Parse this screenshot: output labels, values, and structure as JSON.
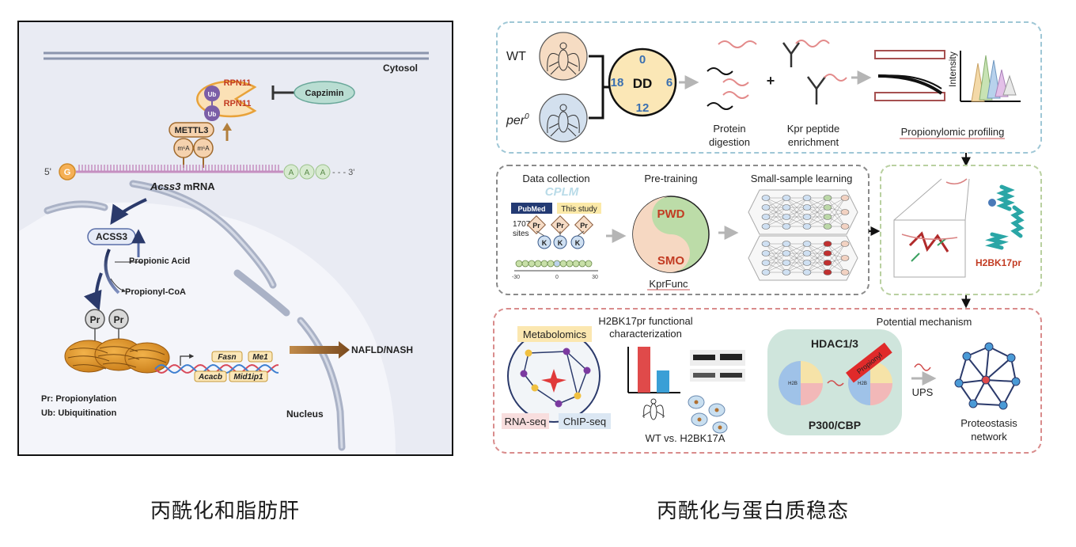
{
  "left_panel": {
    "cytosol": "Cytosol",
    "nucleus": "Nucleus",
    "rpn11": "RPN11",
    "ub": "Ub",
    "capzimin": "Capzimin",
    "mettl3": "METTL3",
    "m6a": "m⁶A",
    "five_prime": "5'",
    "cap": "G",
    "poly_a": [
      "A",
      "A",
      "A"
    ],
    "three_prime": "- - - 3'",
    "mrna_label_italic": "Acss3",
    "mrna_label": " mRNA",
    "acss3": "ACSS3",
    "propionic_acid": "Propionic Acid",
    "propionyl_coa": "Propionyl-CoA",
    "pr": "Pr",
    "genes": [
      "Fasn",
      "Me1",
      "Acacb",
      "Mid1ip1"
    ],
    "nafld": "NAFLD/NASH",
    "legend_pr": "Pr: Propionylation",
    "legend_ub": "Ub: Ubiquitination"
  },
  "right_panel": {
    "wt": "WT",
    "per0": "per",
    "per0_sup": "0",
    "dd": "DD",
    "dd_numbers": [
      "0",
      "6",
      "12",
      "18"
    ],
    "protein_digestion": [
      "Protein",
      "digestion"
    ],
    "plus": "+",
    "kpr_enrichment": [
      "Kpr peptide",
      "enrichment"
    ],
    "intensity": "Intensity",
    "propionylomic": "Propionylomic profiling",
    "data_collection": "Data collection",
    "pubmed": "PubMed",
    "this_study": "This study",
    "sites": [
      "1707",
      "sites"
    ],
    "pr": "Pr",
    "k": "K",
    "axis_ticks": [
      "-30",
      "0",
      "30"
    ],
    "pre_training": "Pre-training",
    "pwd": "PWD",
    "smo": "SMO",
    "kprfunc": "KprFunc",
    "small_sample": "Small-sample learning",
    "h2bk17pr": "H2BK17pr",
    "metabolomics": "Metabolomics",
    "rna_seq": "RNA-seq",
    "chip_seq": "ChIP-seq",
    "functional": [
      "H2BK17pr functional",
      "characterization"
    ],
    "wt_vs": "WT vs. H2BK17A",
    "potential": "Potential mechanism",
    "hdac": "HDAC1/3",
    "p300": "P300/CBP",
    "propionyl_tag": "Propionyl",
    "ups": "UPS",
    "proteostasis": [
      "Proteostasis",
      "network"
    ]
  },
  "captions": [
    "丙酰化和脂肪肝",
    "丙酰化与蛋白质稳态"
  ],
  "colors": {
    "membrane": "#8b95ad",
    "orange": "#e8a23a",
    "purple": "#7b5ea7",
    "brown": "#a06a2e",
    "navy": "#2b3a6b",
    "teal": "#b9ddd2",
    "blue_border": "#9fc7d6",
    "gray_border": "#8a8a8a",
    "green_border": "#b9d0a0",
    "red_border": "#d98c8c"
  }
}
